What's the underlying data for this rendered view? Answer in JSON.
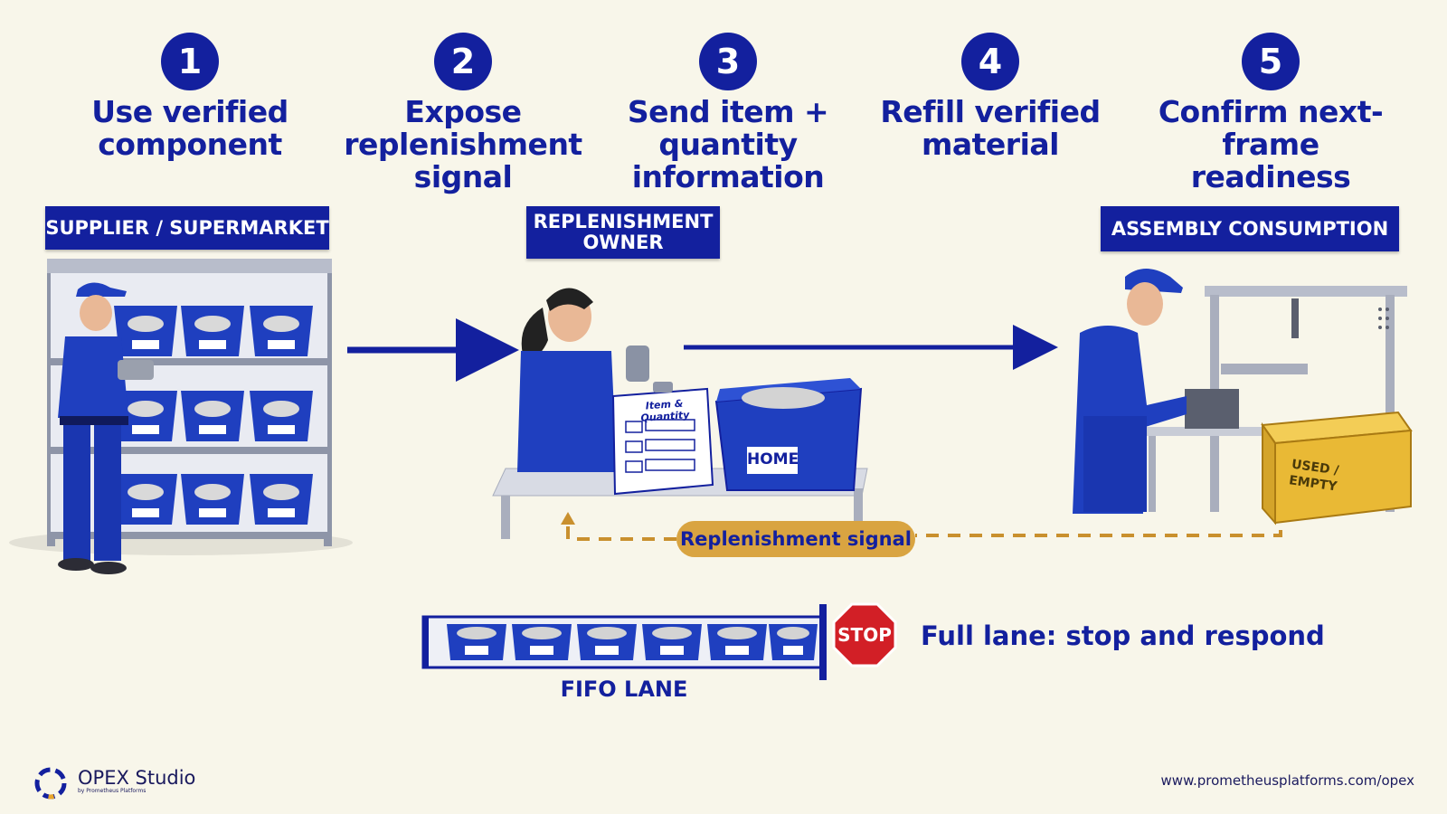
{
  "steps": [
    {
      "number": "1",
      "title": "Use verified\ncomponent"
    },
    {
      "number": "2",
      "title": "Expose\nreplenishment\nsignal"
    },
    {
      "number": "3",
      "title": "Send item +\nquantity information"
    },
    {
      "number": "4",
      "title": "Refill verified\nmaterial"
    },
    {
      "number": "5",
      "title": "Confirm next-frame\nreadiness"
    }
  ],
  "stages": {
    "supplier": "SUPPLIER / SUPERMARKET",
    "owner": "REPLENISHMENT\nOWNER",
    "assembly": "ASSEMBLY CONSUMPTION"
  },
  "clipboard_label": "Item & Quantity",
  "home_bin_label": "HOME",
  "used_crate_label": "USED /\nEMPTY",
  "signal_label": "Replenishment signal",
  "fifo": {
    "label": "FIFO LANE",
    "stop_sign": "STOP",
    "full_lane_text": "Full lane: stop and respond"
  },
  "footer": {
    "brand": "OPEX Studio",
    "brand_sub": "by Prometheus Platforms",
    "url": "www.prometheusplatforms.com/opex"
  },
  "colors": {
    "navy": "#13209e",
    "bin_blue": "#1f3fbf",
    "signal_gold": "#d9a441",
    "crate_yellow": "#e9b935",
    "stop_red": "#d21f26",
    "background": "#f8f6ea"
  }
}
